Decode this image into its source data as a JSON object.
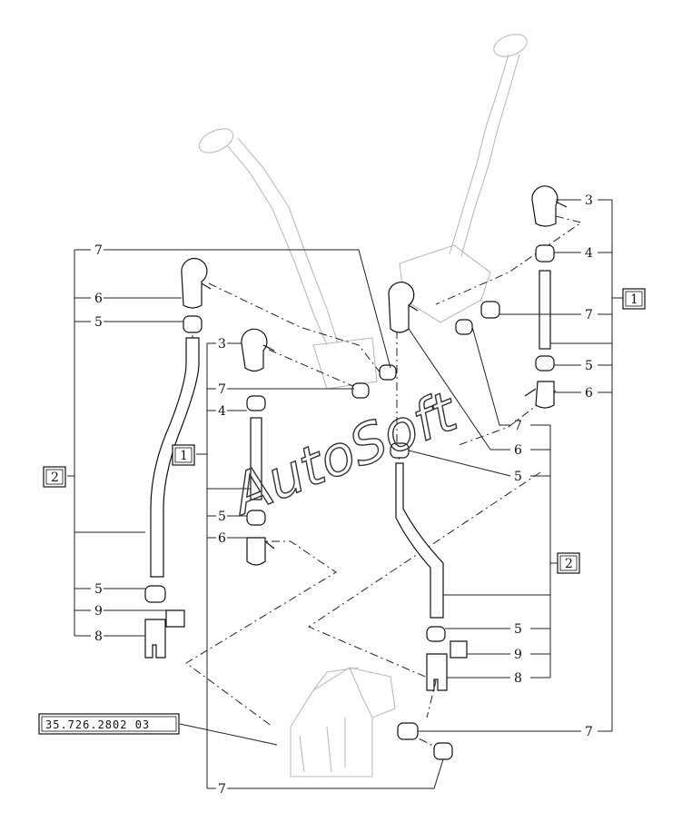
{
  "watermark": "AutoSoft",
  "reference_code": "35.726.2802 03",
  "callouts": {
    "c7_left_top": "7",
    "c6_left": "6",
    "c5_left": "5",
    "c5_left_low": "5",
    "c9_left": "9",
    "c8_left": "8",
    "c3_mid": "3",
    "c7_mid": "7",
    "c4_mid": "4",
    "c5_mid": "5",
    "c6_mid": "6",
    "c7_bottom": "7",
    "c3_right": "3",
    "c4_right": "4",
    "c7_right": "7",
    "c5_right": "5",
    "c6_right": "6",
    "c7_center": "7",
    "c6_center": "6",
    "c5_center": "5",
    "c5_center_low": "5",
    "c9_center": "9",
    "c8_center": "8",
    "c7_far_right": "7"
  },
  "group_boxes": {
    "box2_left": "2",
    "box1_mid": "1",
    "box1_right": "1",
    "box2_center": "2"
  }
}
